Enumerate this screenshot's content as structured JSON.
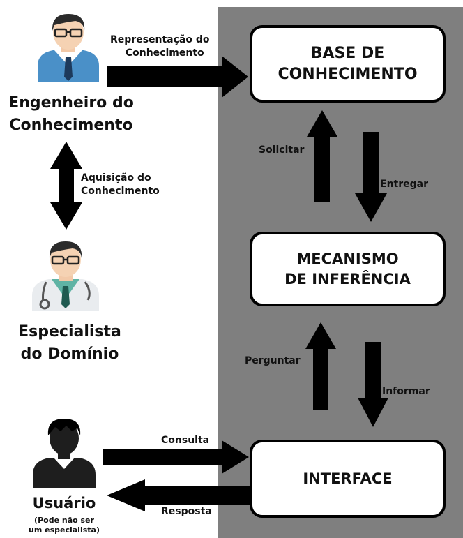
{
  "boxes": {
    "base": [
      "BASE DE",
      "CONHECIMENTO"
    ],
    "mecanismo": [
      "MECANISMO",
      "DE INFERÊNCIA"
    ],
    "interface": "INTERFACE"
  },
  "actors": {
    "engenheiro": [
      "Engenheiro do",
      "Conhecimento"
    ],
    "especialista": [
      "Especialista",
      "do Domínio"
    ],
    "usuario": "Usuário",
    "usuario_note": [
      "(Pode não ser",
      "um especialista)"
    ]
  },
  "arrows": {
    "representacao": [
      "Representação do",
      "Conhecimento"
    ],
    "aquisicao": [
      "Aquisição do",
      "Conhecimento"
    ],
    "solicitar": "Solicitar",
    "entregar": "Entregar",
    "perguntar": "Perguntar",
    "informar": "Informar",
    "consulta": "Consulta",
    "resposta": "Resposta"
  },
  "icons": {
    "engineer": "engineer-person-icon",
    "specialist": "doctor-specialist-icon",
    "user": "user-silhouette-icon"
  },
  "colors": {
    "panel": "#7f7f7f",
    "arrow": "#000000",
    "shirt_blue": "#4a90c8",
    "shirt_teal": "#5fb3a4"
  }
}
